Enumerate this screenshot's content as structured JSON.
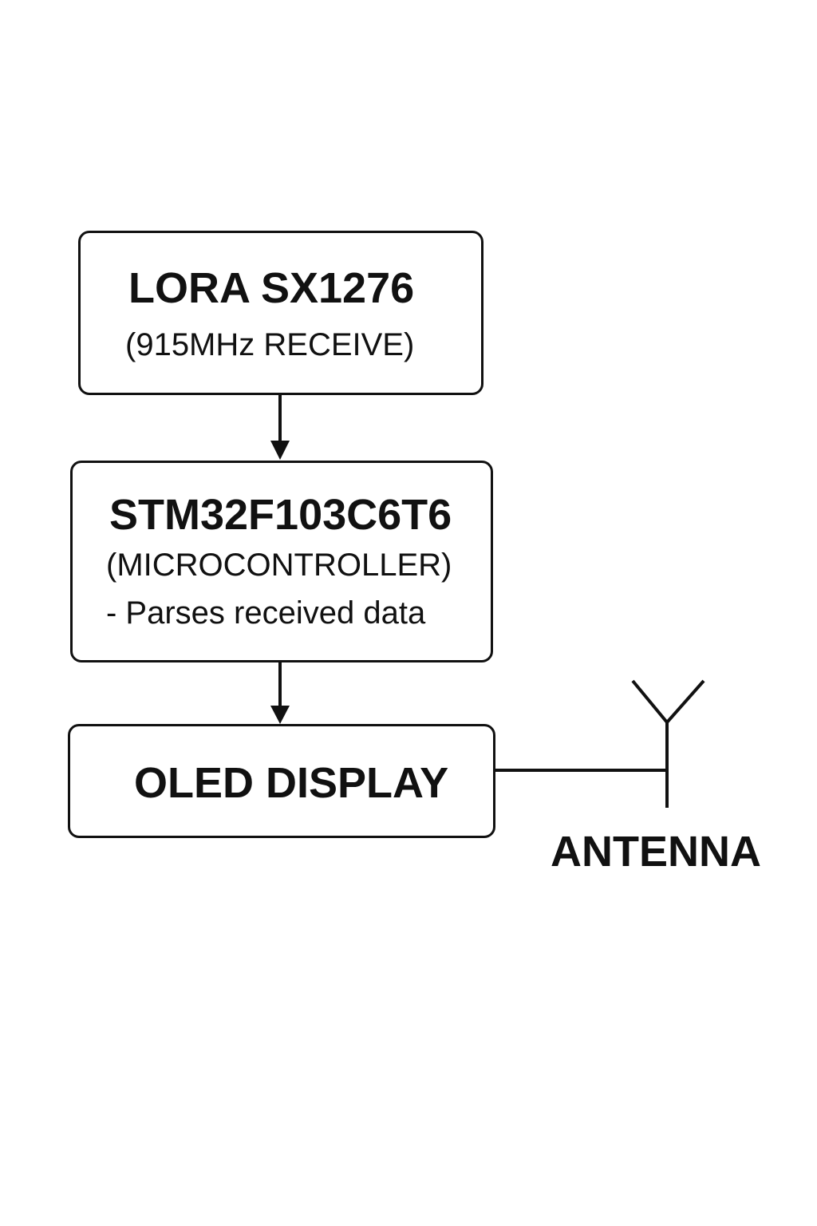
{
  "diagram": {
    "blocks": [
      {
        "id": "lora",
        "title": "LORA SX1276",
        "subtitle": "(915MHz RECEIVE)"
      },
      {
        "id": "mcu",
        "title": "STM32F103C6T6",
        "subtitle": "(MICROCONTROLLER)",
        "note": "- Parses received data"
      },
      {
        "id": "oled",
        "title": "OLED DISPLAY"
      }
    ],
    "antenna": {
      "label": "ANTENNA"
    },
    "connections": [
      {
        "from": "lora",
        "to": "mcu",
        "arrow": true
      },
      {
        "from": "mcu",
        "to": "oled",
        "arrow": true
      },
      {
        "from": "oled",
        "to": "antenna",
        "arrow": false
      }
    ]
  },
  "colors": {
    "stroke": "#111111",
    "background": "#ffffff"
  }
}
